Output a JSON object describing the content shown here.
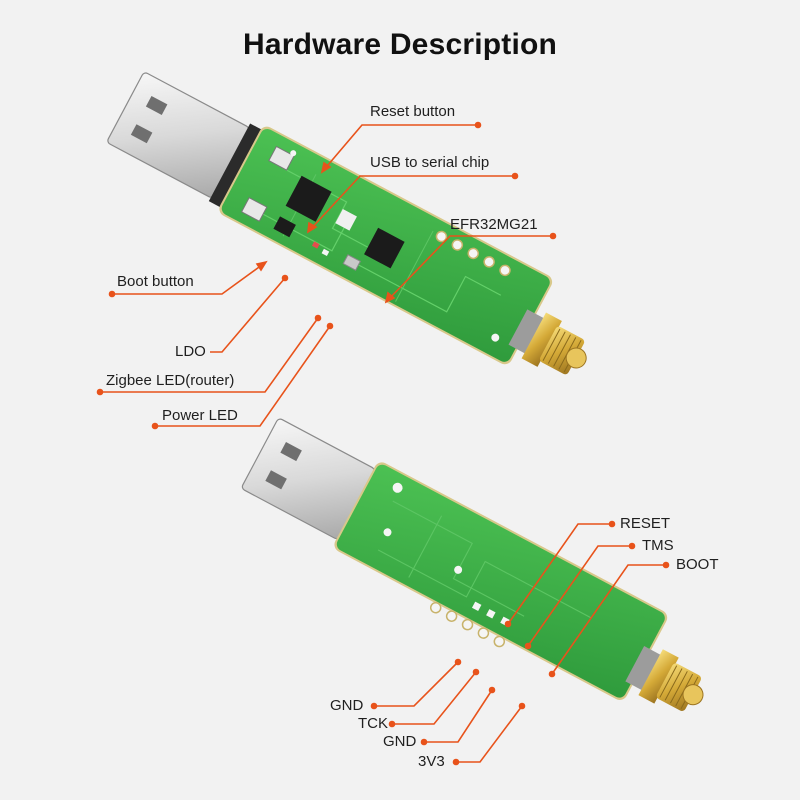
{
  "title": "Hardware Description",
  "colors": {
    "leader": "#e8531b",
    "pcb": "#3fb04a",
    "pcb_dark": "#2a8a36",
    "background": "#f2f2f2"
  },
  "top_board": {
    "callouts": [
      {
        "id": "reset-button",
        "text": "Reset button"
      },
      {
        "id": "usb-to-serial-chip",
        "text": "USB to serial chip"
      },
      {
        "id": "efr32mg21",
        "text": "EFR32MG21"
      },
      {
        "id": "boot-button",
        "text": "Boot button"
      },
      {
        "id": "ldo",
        "text": "LDO"
      },
      {
        "id": "zigbee-led-router",
        "text": "Zigbee LED(router)"
      },
      {
        "id": "power-led",
        "text": "Power LED"
      }
    ]
  },
  "bottom_board": {
    "callouts": [
      {
        "id": "reset-pin",
        "text": "RESET"
      },
      {
        "id": "tms-pin",
        "text": "TMS"
      },
      {
        "id": "boot-pin",
        "text": "BOOT"
      },
      {
        "id": "gnd-pin-1",
        "text": "GND"
      },
      {
        "id": "tck-pin",
        "text": "TCK"
      },
      {
        "id": "gnd-pin-2",
        "text": "GND"
      },
      {
        "id": "3v3-pin",
        "text": "3V3"
      }
    ]
  }
}
